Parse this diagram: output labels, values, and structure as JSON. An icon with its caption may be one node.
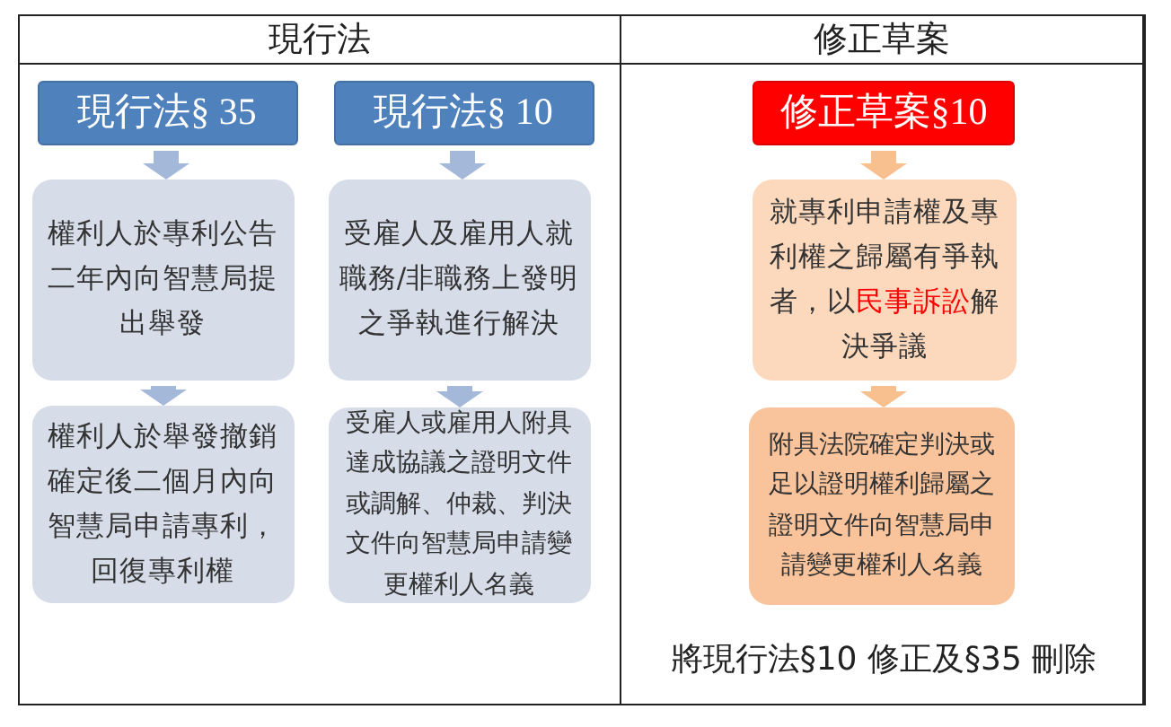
{
  "diagram": {
    "nodes": [
      {
        "text": [
          "現行法"
        ]
      },
      {
        "text": [
          "現行法§ 35"
        ],
        "in": 0
      },
      {
        "text": [
          "權利人於專利公告二年內向智慧局提出舉發"
        ],
        "in": 0
      },
      {
        "text": [
          "權利人於舉發撤銷確定後二個月內向智慧局申請專利，回復專利權"
        ],
        "in": 0
      },
      {
        "text": [
          "現行法§ 10"
        ],
        "in": 0
      },
      {
        "text": [
          "受雇人及雇用人就職務/非職務上發明之爭執進行解決"
        ],
        "in": 0
      },
      {
        "text": [
          "受雇人或雇用人附具達成協議之證明文件或調解、仲裁、判決文件向智慧局申請變更權利人名義"
        ],
        "in": 0
      },
      {
        "text": [
          "修正草案"
        ]
      },
      {
        "text": [
          "修正草案§10"
        ],
        "in": 7
      },
      {
        "text": [
          "就專利申請權及專利權之歸屬有爭執者，以**民事訴訟**解決爭議"
        ],
        "in": 7
      },
      {
        "text": [
          "附具法院確定判決或足以證明權利歸屬之證明文件向智慧局申請變更權利人名義"
        ],
        "in": 7
      }
    ],
    "edges": [
      {
        "from": 1,
        "to": 2,
        "arrow": "to"
      },
      {
        "from": 2,
        "to": 3,
        "arrow": "to"
      },
      {
        "from": 4,
        "to": 5,
        "arrow": "to"
      },
      {
        "from": 5,
        "to": 6,
        "arrow": "to"
      },
      {
        "from": 8,
        "to": 9,
        "arrow": "to",
        "color": "#f9c08f"
      },
      {
        "from": 9,
        "to": 10,
        "arrow": "to",
        "color": "#f9c08f"
      }
    ],
    "labels": [
      "將現行法§10 修正及§35 刪除"
    ]
  }
}
